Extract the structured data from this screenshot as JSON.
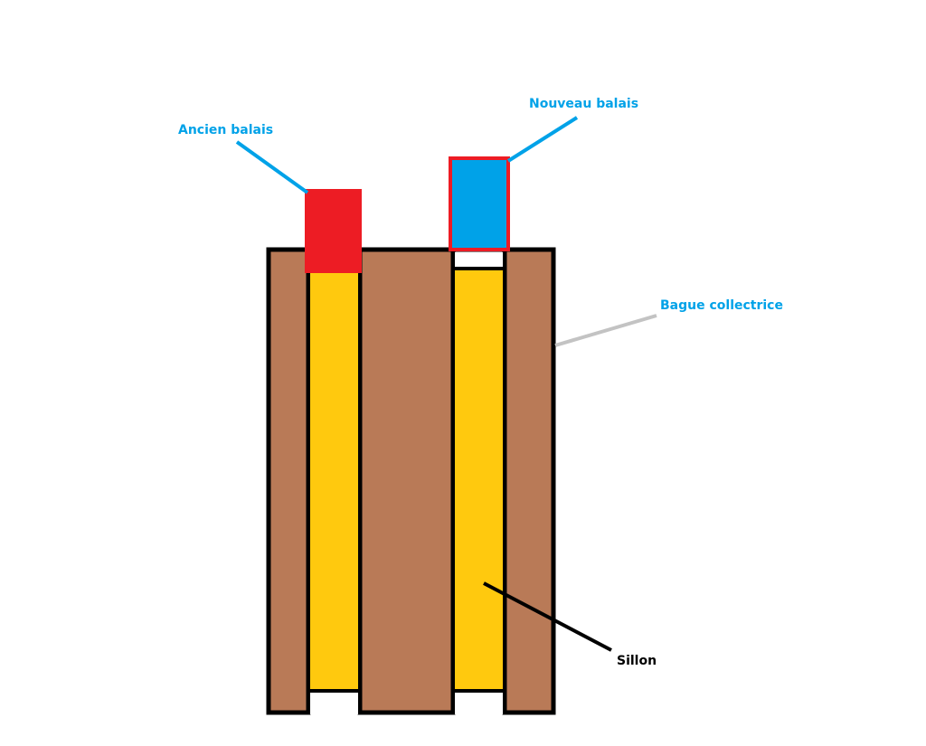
{
  "labels": {
    "ancien_balais": "Ancien balais",
    "nouveau_balais": "Nouveau balais",
    "bague_collectrice": "Bague collectrice",
    "sillon": "Sillon"
  },
  "colors": {
    "ring_body": "#b97a57",
    "groove": "#ffc90e",
    "old_brush": "#ed1c24",
    "new_brush": "#00a2e8",
    "new_brush_border": "#ed1c24",
    "outline": "#000000",
    "label_text": "#00a2e8",
    "leader_blue": "#00a2e8",
    "leader_gray": "#c3c3c3",
    "leader_black": "#000000"
  }
}
